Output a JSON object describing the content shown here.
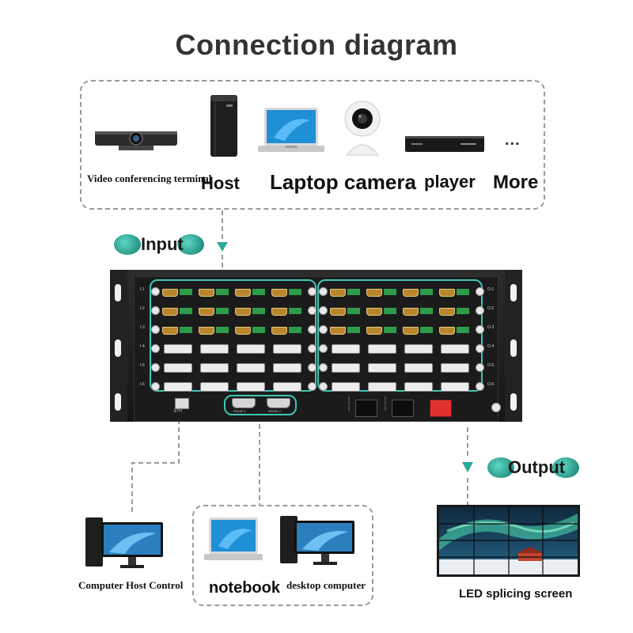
{
  "title": "Connection diagram",
  "sources": {
    "items": [
      {
        "label": "Video conferencing terminal",
        "icon": "video-conferencing-icon"
      },
      {
        "label": "Host",
        "icon": "host-tower-icon"
      },
      {
        "label": "Laptop camera",
        "icon": "laptop-camera-icon"
      },
      {
        "label": "player",
        "icon": "media-player-icon"
      },
      {
        "label": "More",
        "icon": "more-icon"
      }
    ],
    "more_glyph": "..."
  },
  "input_label": "Input",
  "output_label": "Output",
  "matrix": {
    "row_labels": [
      "I-1",
      "I-2",
      "I-3",
      "I-4",
      "I-5",
      "I-6"
    ],
    "out_labels": [
      "O-1",
      "O-2",
      "O-3",
      "O-4",
      "O-5",
      "O-6"
    ],
    "power_labels": [
      "AC110V-220V",
      "AC110V-220V"
    ],
    "rs232_labels": [
      "RS232-1",
      "RS232-2"
    ],
    "eth_label": "ETH"
  },
  "controllers": {
    "computer_host": "Computer Host Control",
    "notebook": "notebook",
    "desktop": "desktop computer"
  },
  "display": {
    "label": "LED splicing screen"
  },
  "colors": {
    "accent": "#3fc7b5",
    "chassis": "#1c1c1c",
    "connector": "#9a9a9a",
    "power_switch": "#e0322d"
  }
}
